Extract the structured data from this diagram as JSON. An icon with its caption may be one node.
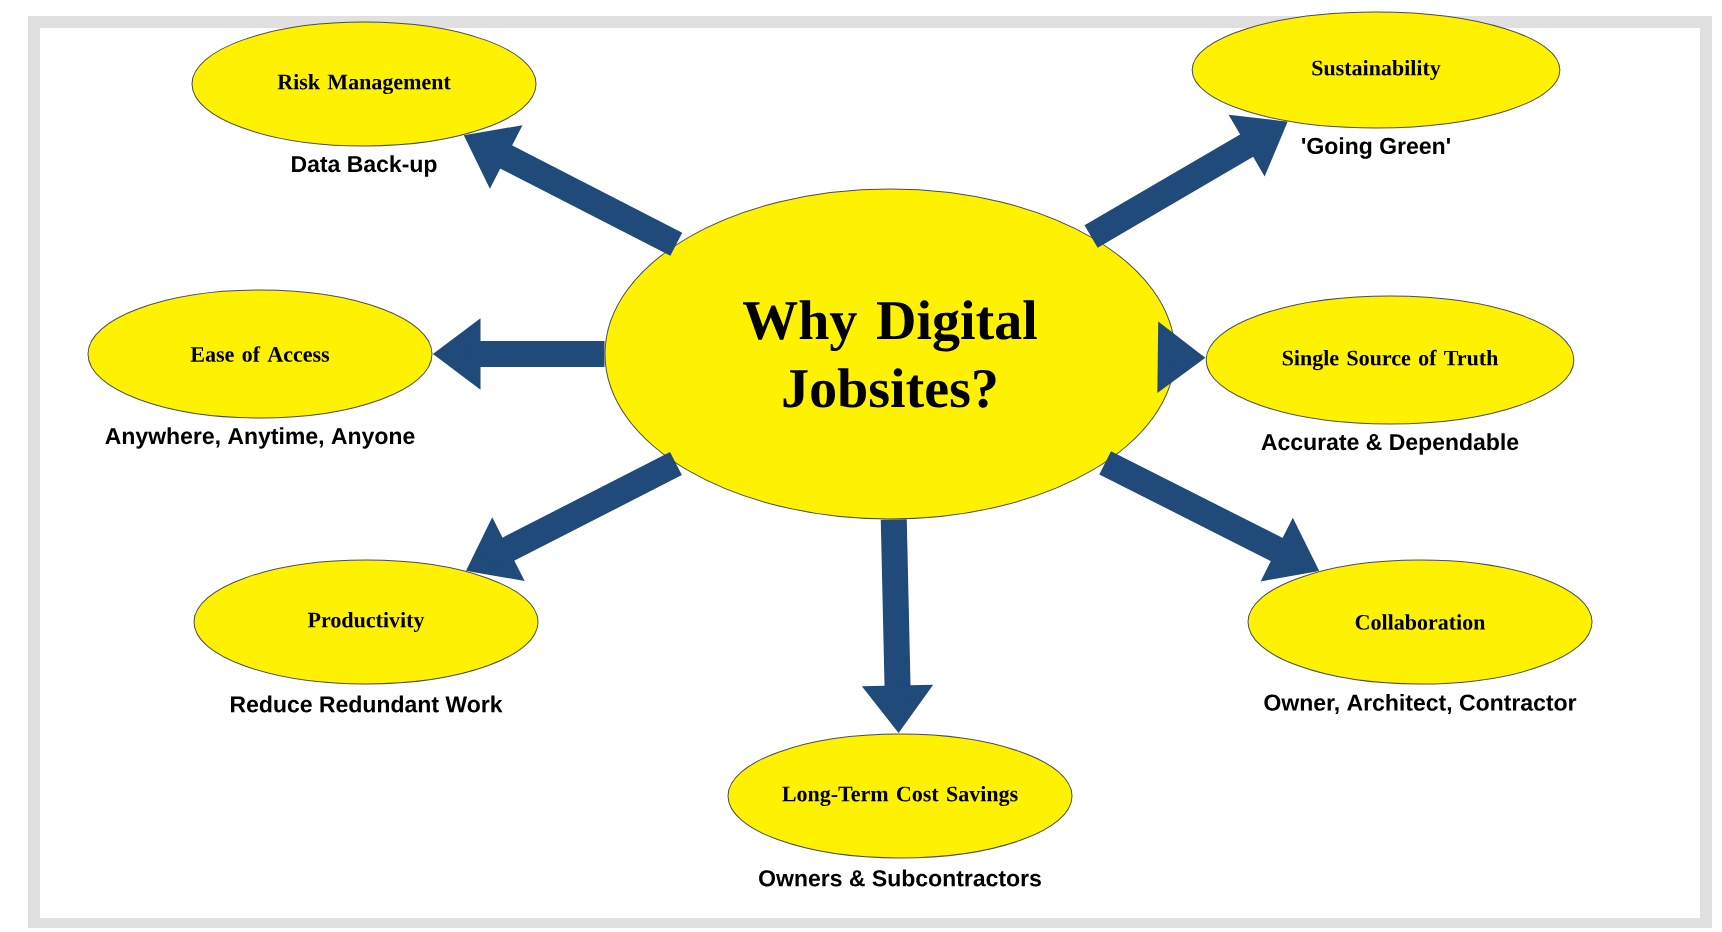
{
  "diagram": {
    "nodes": [
      {
        "text": [
          "Why Digital Jobsites?"
        ]
      },
      {
        "text": [
          "Risk Management"
        ],
        "beside": [
          "Data Back-up"
        ]
      },
      {
        "text": [
          "Sustainability"
        ],
        "beside": [
          "'Going Green'"
        ]
      },
      {
        "text": [
          "Ease of Access"
        ],
        "beside": [
          "Anywhere, Anytime, Anyone"
        ]
      },
      {
        "text": [
          "Single Source of Truth"
        ],
        "beside": [
          "Accurate & Dependable"
        ]
      },
      {
        "text": [
          "Productivity"
        ],
        "beside": [
          "Reduce Redundant Work"
        ]
      },
      {
        "text": [
          "Collaboration"
        ],
        "beside": [
          "Owner, Architect, Contractor"
        ]
      },
      {
        "text": [
          "Long-Term Cost Savings"
        ],
        "beside": [
          "Owners & Subcontractors"
        ]
      }
    ],
    "edges": [
      {
        "from": 0,
        "to": 1,
        "arrow": "to"
      },
      {
        "from": 0,
        "to": 2,
        "arrow": "to"
      },
      {
        "from": 0,
        "to": 3,
        "arrow": "to"
      },
      {
        "from": 0,
        "to": 4,
        "arrow": "to"
      },
      {
        "from": 0,
        "to": 5,
        "arrow": "to"
      },
      {
        "from": 0,
        "to": 6,
        "arrow": "to"
      },
      {
        "from": 0,
        "to": 7,
        "arrow": "to"
      }
    ]
  }
}
